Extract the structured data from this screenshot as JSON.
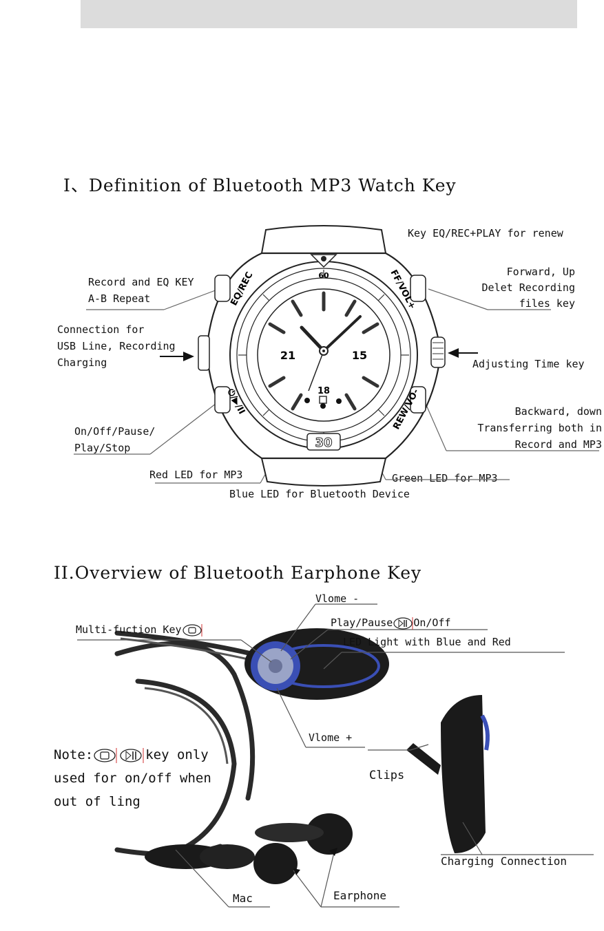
{
  "section1": {
    "title": "I、Definition of Bluetooth MP3 Watch Key",
    "watch": {
      "bezel_top": "60",
      "dial_left": "21",
      "dial_right": "15",
      "dial_bottom": "18",
      "lcd": "30",
      "key_left_top": "EQ/REC",
      "key_right_top": "FF/VOL+",
      "key_left_bottom": "⏻/▶/II",
      "key_right_bottom": "REW/VO-"
    },
    "labels": {
      "renew": "Key EQ/REC+PLAY for renew",
      "record_eq": [
        "Record and EQ KEY",
        "A-B Repeat"
      ],
      "forward": [
        "Forward, Up",
        "Delet Recording",
        "files key"
      ],
      "usb": [
        "Connection for",
        "USB Line, Recording",
        "Charging"
      ],
      "adjust": "Adjusting Time key",
      "onoff": [
        "On/Off/Pause/",
        "Play/Stop"
      ],
      "backward": [
        "Backward, down",
        "Transferring both in",
        "Record and MP3"
      ],
      "red_led": "Red LED for MP3",
      "green_led": "Green LED for MP3",
      "blue_led": "Blue LED for Bluetooth Device"
    }
  },
  "section2": {
    "title": "II.Overview of Bluetooth Earphone Key",
    "labels": {
      "vol_minus": "Vlome -",
      "play_pause": "Play/Pause",
      "on_off": "On/Off",
      "multi": "Multi-fuction Key",
      "led": "LED Light with Blue and Red",
      "vol_plus": "Vlome +",
      "note_prefix": "Note:",
      "note_rest": "key only",
      "note_lines": [
        "used for on/off when",
        "out of ling"
      ],
      "clips": "Clips",
      "charging": "Charging Connection",
      "mac": "Mac",
      "earphone": "Earphone"
    }
  },
  "colors": {
    "header_bar": "#dcdcdc",
    "accent_blue": "#3a4fb5",
    "accent_red": "#d03030"
  }
}
